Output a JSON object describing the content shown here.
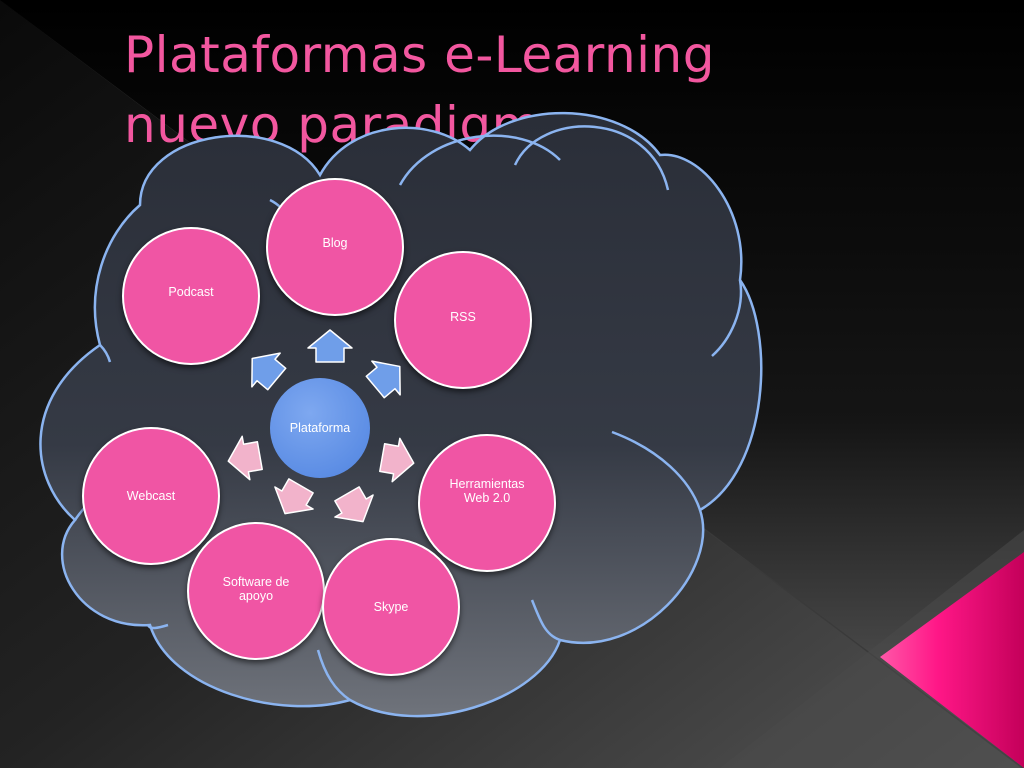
{
  "slide": {
    "title_line_1": "Plataformas e-Learning",
    "title_line_2": "nuevo paradigma"
  },
  "diagram": {
    "center": "Plataforma",
    "nodes": {
      "blog": "Blog",
      "podcast": "Podcast",
      "rss": "RSS",
      "herramientas": "Herramientas Web 2.0",
      "webcast": "Webcast",
      "software": "Software de apoyo",
      "skype": "Skype"
    }
  },
  "colors": {
    "title": "#f2579f",
    "node_fill": "#f055a4",
    "center_fill": "#5b8ee6",
    "arrow_blue": "#6f9ee9",
    "arrow_pink": "#f2b3cb",
    "cloud_stroke": "#8bb4f0",
    "accent_triangle": "#e8006e"
  }
}
